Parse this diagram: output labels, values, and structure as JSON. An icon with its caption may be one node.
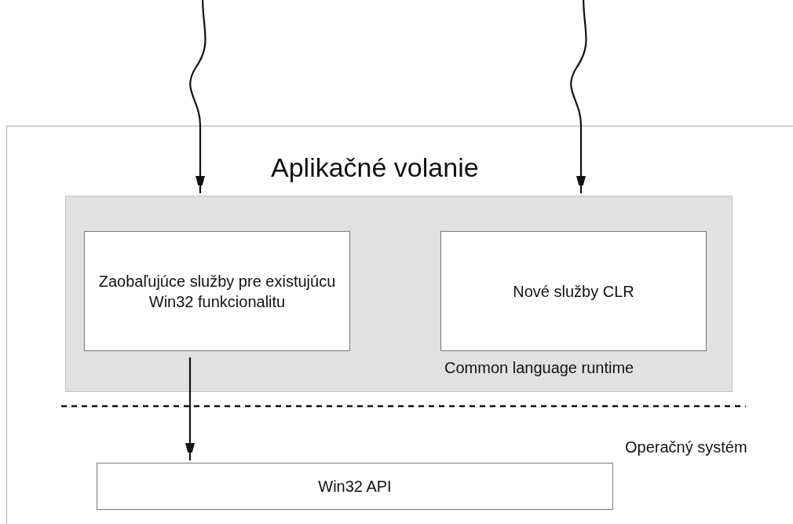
{
  "diagram": {
    "nodes": [
      {
        "text": [
          "Aplikačné volanie"
        ]
      },
      {
        "text": [
          "Common language runtime"
        ],
        "in": 0
      },
      {
        "text": [
          "Zaobaľujúce služby pre existujúcu Win32 funkcionalitu"
        ],
        "in": 1
      },
      {
        "text": [
          "Nové služby CLR"
        ],
        "in": 1
      },
      {
        "text": [
          "Win32 API"
        ],
        "in": 0
      }
    ],
    "edges": [
      {
        "from": null,
        "to": 1,
        "arrow": "to"
      },
      {
        "from": null,
        "to": 1,
        "arrow": "to"
      },
      {
        "from": 2,
        "to": 4,
        "arrow": "to"
      }
    ],
    "labels": [
      "Operačný systém"
    ]
  }
}
